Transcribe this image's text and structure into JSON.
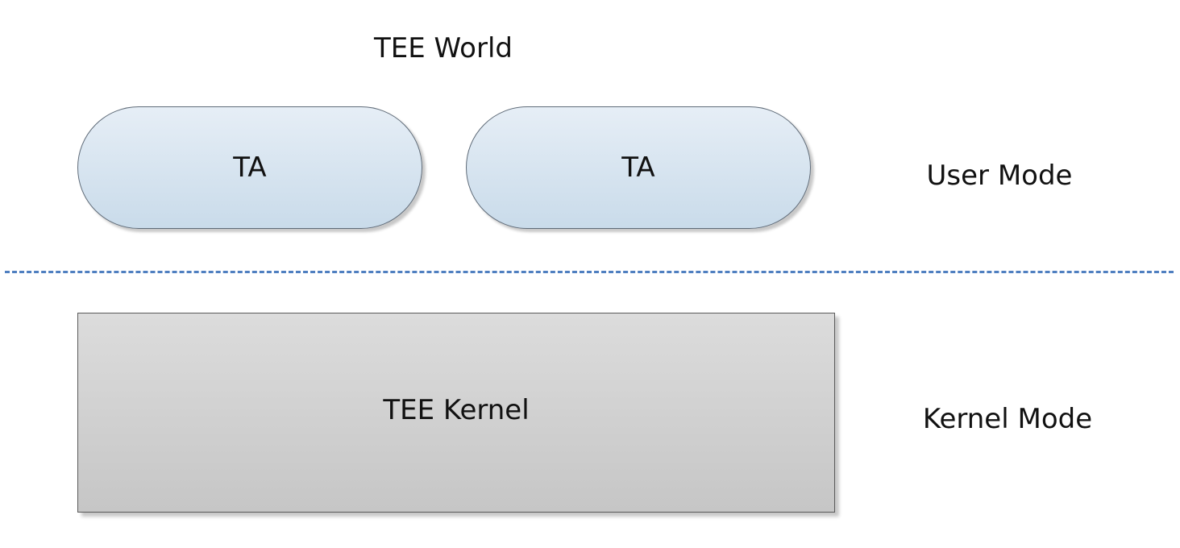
{
  "diagram": {
    "title": "TEE World",
    "user_space": {
      "nodes": [
        {
          "label": "TA"
        },
        {
          "label": "TA"
        }
      ],
      "mode_label": "User Mode"
    },
    "kernel_space": {
      "node_label": "TEE Kernel",
      "mode_label": "Kernel Mode"
    },
    "colors": {
      "divider": "#4f7fc0",
      "ta_fill_top": "#e6eef6",
      "ta_fill_bottom": "#c9dbea",
      "kernel_fill": "#d0d0d0"
    }
  }
}
